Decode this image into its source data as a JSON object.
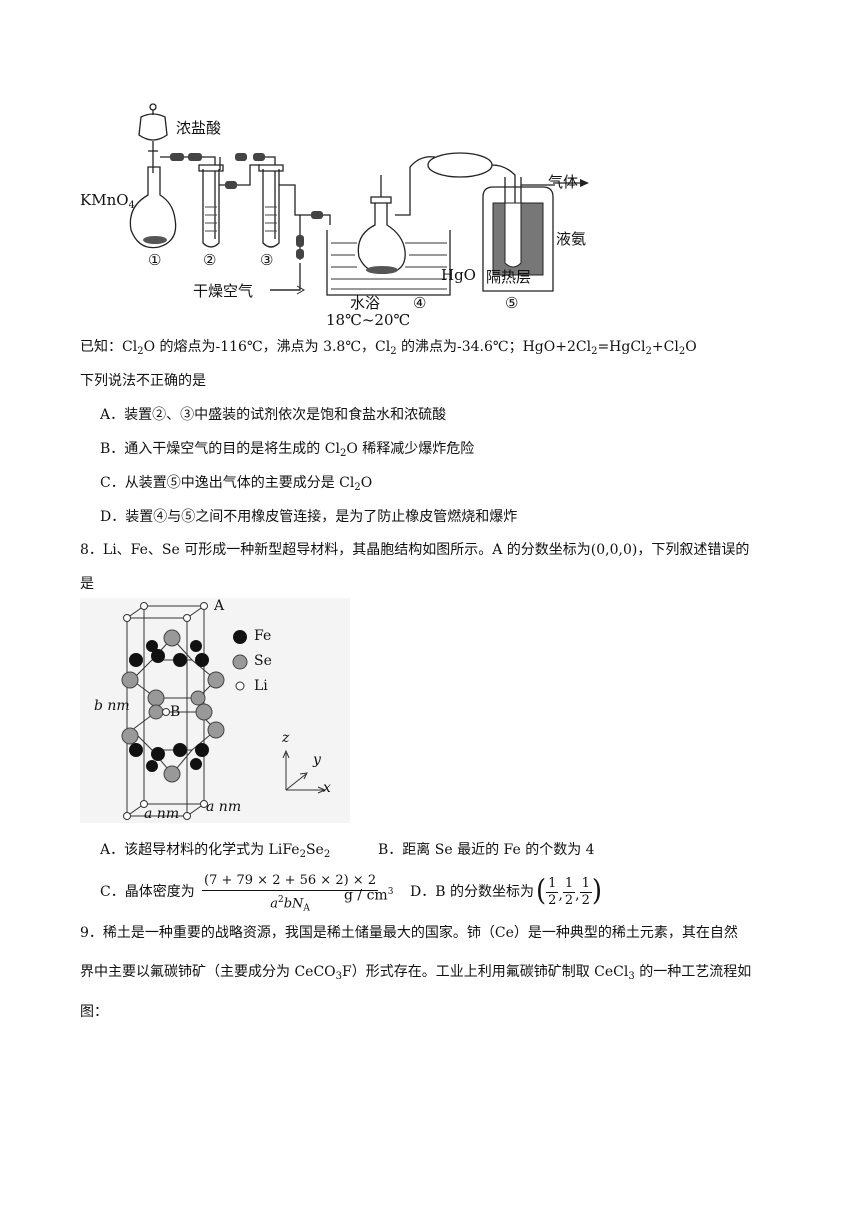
{
  "fig1": {
    "conc_hcl": "浓盐酸",
    "kmno4": "KMnO",
    "kmno4_sub": "4",
    "dry_air": "干燥空气",
    "water_bath": "水浴",
    "temp_range": "18℃~20℃",
    "hgo": "HgO",
    "gas": "气体",
    "insulation": "隔热层",
    "liquid_ammonia": "液氨",
    "label1": "①",
    "label2": "②",
    "label3": "③",
    "label4": "④",
    "label5": "⑤"
  },
  "known": {
    "t1": "已知：Cl",
    "s1": "2",
    "t2": "O 的熔点为-116℃，沸点为 3.8℃，Cl",
    "s2": "2",
    "t3": " 的沸点为-34.6℃；HgO+2Cl",
    "s3": "2",
    "t4": "=HgCl",
    "s4": "2",
    "t5": "+Cl",
    "s5": "2",
    "t6": "O"
  },
  "q7": {
    "stem": "下列说法不正确的是",
    "optA": "A．装置②、③中盛装的试剂依次是饱和食盐水和浓硫酸",
    "optB_a": "B．通入干燥空气的目的是将生成的 Cl",
    "optB_s": "2",
    "optB_b": "O 稀释减少爆炸危险",
    "optC_a": "C．从装置⑤中逸出气体的主要成分是 Cl",
    "optC_s": "2",
    "optC_b": "O",
    "optD": "D．装置④与⑤之间不用橡皮管连接，是为了防止橡皮管燃烧和爆炸"
  },
  "q8": {
    "stem1": "8．Li、Fe、Se 可形成一种新型超导材料，其晶胞结构如图所示。A 的分数坐标为(0,0,0)，下列叙述错误的",
    "stem2": "是",
    "fig": {
      "A": "A",
      "B": "B",
      "Fe": "Fe",
      "Se": "Se",
      "Li": "Li",
      "b_nm": "b nm",
      "a_nm1": "a nm",
      "a_nm2": "a nm",
      "z": "z",
      "y": "y",
      "x": "x"
    },
    "optA_a": "A．该超导材料的化学式为 LiFe",
    "optA_s1": "2",
    "optA_b": "Se",
    "optA_s2": "2",
    "optB": "B．距离 Se 最近的 Fe 的个数为 4",
    "optC_a": "C．晶体密度为",
    "optC_num": "(7 + 79 × 2 + 56 × 2) × 2",
    "optC_den_a": "a",
    "optC_den_sup": "2",
    "optC_den_b": "bN",
    "optC_den_sub": "A",
    "optC_unit": "g / cm",
    "optC_unit_sup": "3",
    "optD_a": "D．B 的分数坐标为",
    "half": "1",
    "two": "2",
    "comma": ","
  },
  "q9": {
    "line1": "9．稀土是一种重要的战略资源，我国是稀土储量最大的国家。铈（Ce）是一种典型的稀土元素，其在自然",
    "line2_a": "界中主要以氟碳铈矿（主要成分为 CeCO",
    "line2_s": "3",
    "line2_b": "F）形式存在。工业上利用氟碳铈矿制取 CeCl",
    "line2_s2": "3",
    "line2_c": " 的一种工艺流程如",
    "line3": "图："
  }
}
